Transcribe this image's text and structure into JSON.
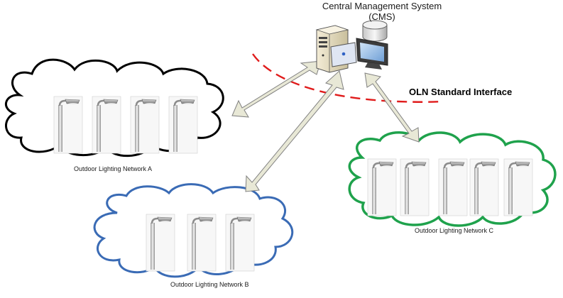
{
  "cms": {
    "title": "Central Management System",
    "subtitle": "(CMS)",
    "icons": [
      "server-tower-icon",
      "database-icon",
      "monitor-icon"
    ]
  },
  "interface_label": "OLN Standard Interface",
  "networks": [
    {
      "id": "A",
      "label": "Outdoor Lighting Network A",
      "cloud_color": "#000000",
      "light_count": 4
    },
    {
      "id": "B",
      "label": "Outdoor Lighting Network B",
      "cloud_color": "#3a6bb5",
      "light_count": 3
    },
    {
      "id": "C",
      "label": "Outdoor Lighting Network C",
      "cloud_color": "#1fa24c",
      "light_count": 5
    }
  ],
  "colors": {
    "arrow_fill": "#e8e8d6",
    "arrow_stroke": "#808080",
    "interface_line": "#e01b1b"
  }
}
